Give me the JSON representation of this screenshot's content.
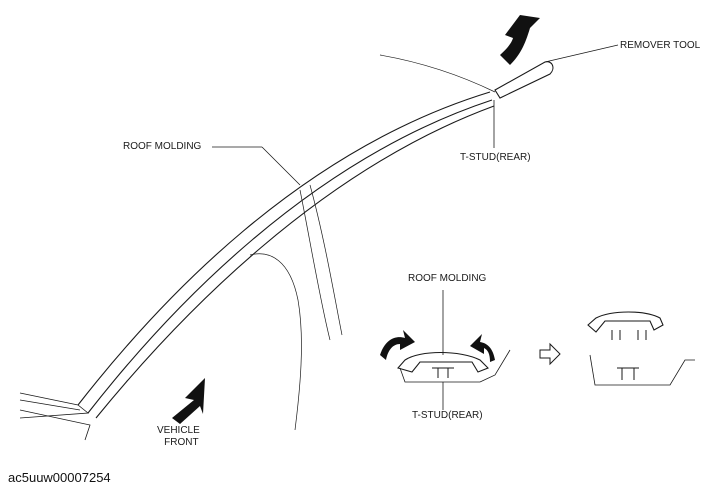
{
  "labels": {
    "remover_tool": "REMOVER TOOL",
    "t_stud_rear_top": "T-STUD(REAR)",
    "roof_molding_main": "ROOF MOLDING",
    "roof_molding_detail": "ROOF MOLDING",
    "vehicle_front_line1": "VEHICLE",
    "vehicle_front_line2": "FRONT",
    "t_stud_rear_detail": "T-STUD(REAR)"
  },
  "figure_code": "ac5uuw00007254",
  "colors": {
    "line": "#1a1a1a",
    "fill": "#ffffff",
    "arrow": "#111111"
  }
}
